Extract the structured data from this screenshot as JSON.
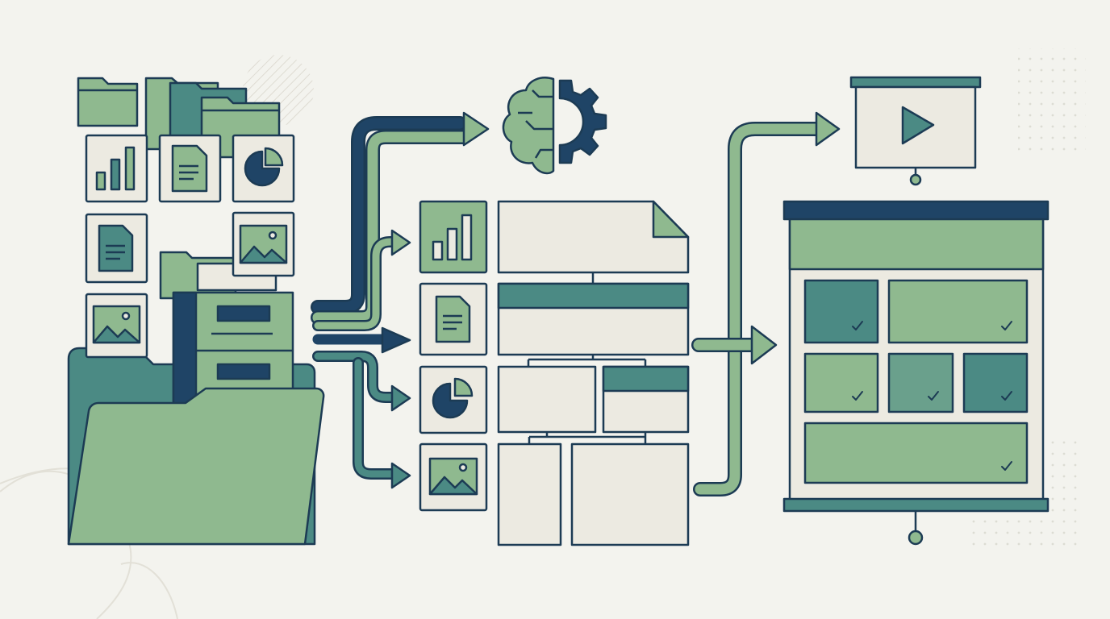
{
  "colors": {
    "background": "#f3f3ee",
    "outline": "#1c3b54",
    "navy": "#1f4466",
    "teal": "#4b8a84",
    "green": "#8fb98f",
    "paper": "#eceae1"
  },
  "icons": {
    "chart": "bar-chart-icon",
    "document": "document-icon",
    "pie": "pie-chart-icon",
    "image": "image-icon",
    "brain_gear": "brain-gear-icon",
    "play": "play-icon",
    "check": "check-icon"
  },
  "stages": [
    "source-files",
    "organize-template",
    "presentation"
  ]
}
